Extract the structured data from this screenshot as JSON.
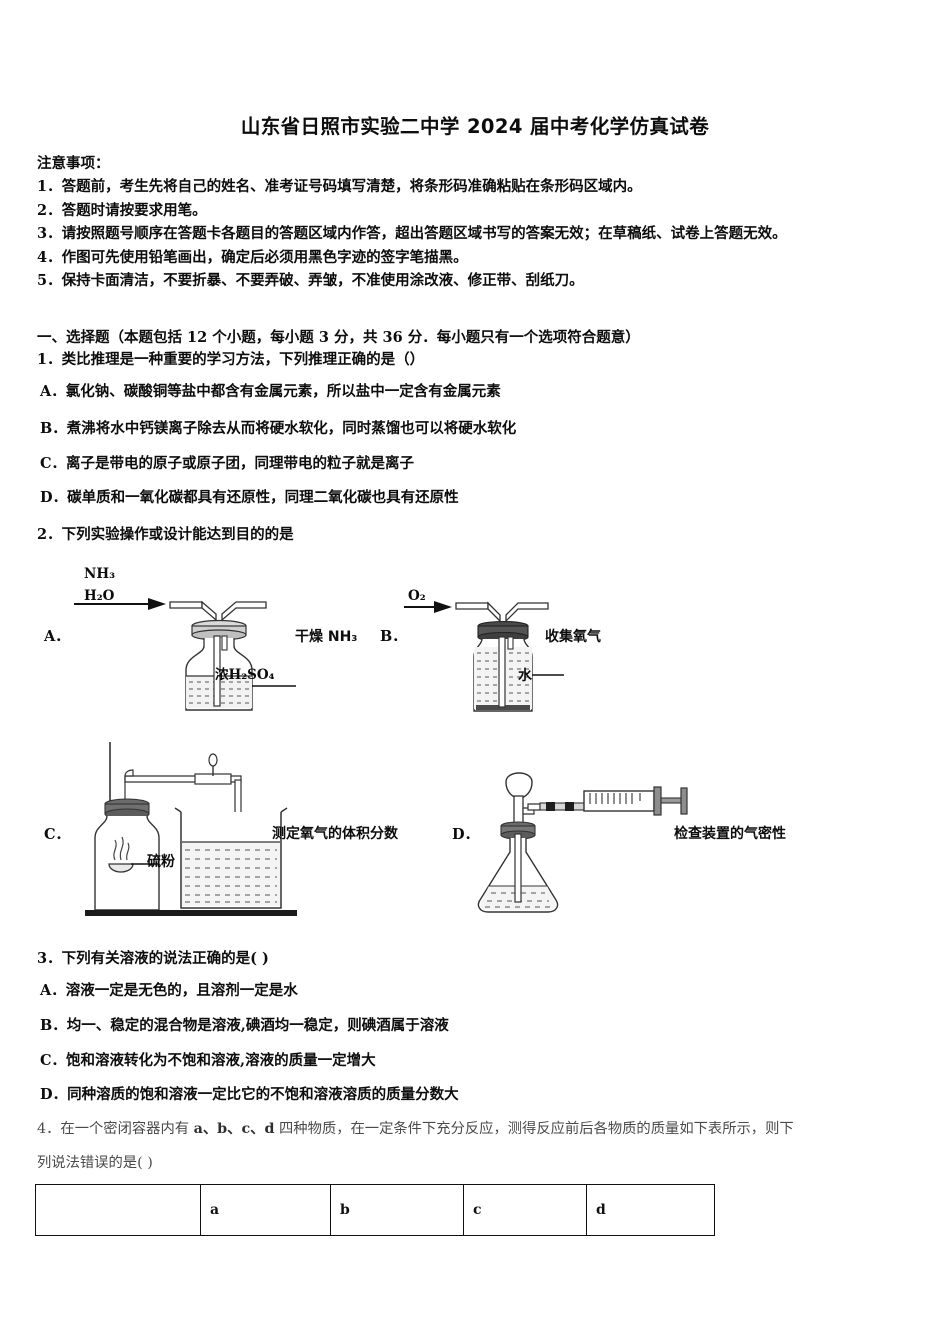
{
  "document": {
    "title": "山东省日照市实验二中学 2024 届中考化学仿真试卷"
  },
  "notice": {
    "heading": "注意事项：",
    "items": [
      "1．答题前，考生先将自己的姓名、准考证号码填写清楚，将条形码准确粘贴在条形码区域内。",
      "2．答题时请按要求用笔。",
      "3．请按照题号顺序在答题卡各题目的答题区域内作答，超出答题区域书写的答案无效；在草稿纸、试卷上答题无效。",
      "4．作图可先使用铅笔画出，确定后必须用黑色字迹的签字笔描黑。",
      "5．保持卡面清洁，不要折暴、不要弄破、弄皱，不准使用涂改液、修正带、刮纸刀。"
    ]
  },
  "section": {
    "heading": "一、选择题（本题包括 12 个小题，每小题 3 分，共 36 分．每小题只有一个选项符合题意）"
  },
  "questions": [
    {
      "number": "1",
      "stem": "1．类比推理是一种重要的学习方法，下列推理正确的是（）",
      "options": [
        {
          "label": "A．",
          "text": "氯化钠、碳酸铜等盐中都含有金属元素，所以盐中一定含有金属元素"
        },
        {
          "label": "B．",
          "text": "煮沸将水中钙镁离子除去从而将硬水软化，同时蒸馏也可以将硬水软化"
        },
        {
          "label": "C．",
          "text": "离子是带电的原子或原子团，同理带电的粒子就是离子"
        },
        {
          "label": "D．",
          "text": "碳单质和一氧化碳都具有还原性，同理二氧化碳也具有还原性"
        }
      ]
    },
    {
      "number": "2",
      "stem": "2．下列实验操作或设计能达到目的的是",
      "figures": [
        {
          "letter": "A．",
          "inlet_labels": [
            "NH₃",
            "H₂O"
          ],
          "inner_label": "浓H₂SO₄",
          "caption": "干燥 NH₃",
          "apparatus": "gas-washing-bottle"
        },
        {
          "letter": "B．",
          "inlet_labels": [
            "O₂"
          ],
          "inner_label": "水",
          "caption": "收集氧气",
          "apparatus": "water-displacement-bottle"
        },
        {
          "letter": "C．",
          "inner_label": "硫粉",
          "caption": "测定氧气的体积分数",
          "apparatus": "sulfur-combustion-beaker"
        },
        {
          "letter": "D．",
          "caption": "检查装置的气密性",
          "apparatus": "flask-syringe"
        }
      ]
    },
    {
      "number": "3",
      "stem": "3．下列有关溶液的说法正确的是( )",
      "options": [
        {
          "label": "A．",
          "text": "溶液一定是无色的，且溶剂一定是水"
        },
        {
          "label": "B．",
          "text": "均一、稳定的混合物是溶液,碘酒均一稳定，则碘酒属于溶液"
        },
        {
          "label": "C．",
          "text": "饱和溶液转化为不饱和溶液,溶液的质量一定增大"
        },
        {
          "label": "D．",
          "text": "同种溶质的饱和溶液一定比它的不饱和溶液溶质的质量分数大"
        }
      ]
    },
    {
      "number": "4",
      "stem_line1_pre": "4．在一个密闭容器内有 ",
      "stem_line1_bold": "a、b、c、d",
      "stem_line1_post": " 四种物质，在一定条件下充分反应，测得反应前后各物质的质量如下表所示，则下",
      "stem_line2": "列说法错误的是(    )"
    }
  ],
  "answer_table": {
    "headers": [
      "",
      "a",
      "b",
      "c",
      "d"
    ],
    "rows": [
      [
        "",
        "",
        "",
        "",
        ""
      ]
    ]
  },
  "colors": {
    "ink": "#0d0d0d",
    "gray_ink": "#4a4a4a",
    "rule": "#111111",
    "page": "#ffffff"
  }
}
